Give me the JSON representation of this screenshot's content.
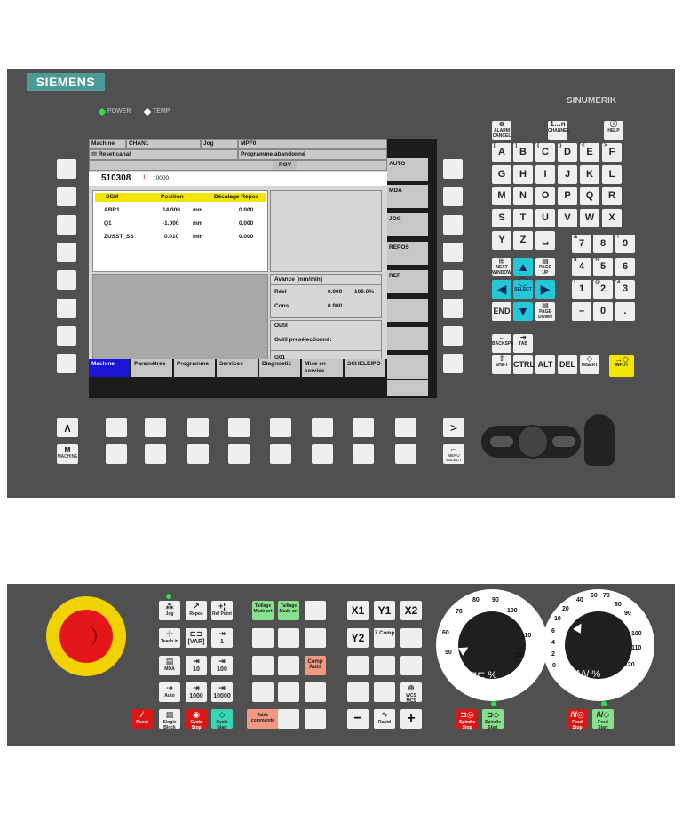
{
  "header": {
    "logo": "SIEMENS",
    "brand": "SINUMERIK",
    "power_label": "POWER",
    "temp_label": "TEMP"
  },
  "screen": {
    "machine_label": "Machine",
    "channel": "CHAN1",
    "mode": "Jog",
    "program": "MPF0",
    "reset": "Reset canal",
    "prog_state": "Programme abandonné",
    "rov": "ROV",
    "counter": "510308",
    "counter_suffix": ": 0000",
    "table": {
      "headers": [
        "SCM",
        "Position",
        "Décalage Repos"
      ],
      "rows": [
        {
          "axis": "ABR1",
          "pos": "14.000",
          "unit": "mm",
          "offset": "0.000"
        },
        {
          "axis": "Q1",
          "pos": "-1.000",
          "unit": "mm",
          "offset": "0.000"
        },
        {
          "axis": "ZUSST_SS",
          "pos": "0.010",
          "unit": "mm",
          "offset": "0.000"
        }
      ]
    },
    "feed": {
      "title": "Avance [mm/min]",
      "reel_label": "Réel",
      "reel_val": "0.000",
      "reel_pct": "100.0%",
      "cons_label": "Cons.",
      "cons_val": "0.000"
    },
    "tool": {
      "title": "Outil",
      "preselect": "Outil présélectionné:",
      "g": "G01"
    },
    "vsoftkeys": [
      "AUTO",
      "MDA",
      "JOG",
      "REPOS",
      "REF",
      "",
      "",
      ""
    ],
    "hsoftkeys": [
      "Machine",
      "Paramètres",
      "Programme",
      "Services",
      "Diagnostic",
      "Mise en service",
      "SCHELEIPO",
      ""
    ]
  },
  "keypad": {
    "top": [
      "ALARM CANCEL",
      "CHANNEL",
      "HELP"
    ],
    "letters": [
      [
        "A",
        "B",
        "C",
        "D",
        "E",
        "F"
      ],
      [
        "G",
        "H",
        "I",
        "J",
        "K",
        "L"
      ],
      [
        "M",
        "N",
        "O",
        "P",
        "Q",
        "R"
      ],
      [
        "S",
        "T",
        "U",
        "V",
        "W",
        "X"
      ]
    ],
    "letter_subs": [
      [
        "[",
        "]",
        "{",
        "}",
        "<",
        ">"
      ],
      [
        "",
        "",
        "",
        "",
        "",
        ""
      ],
      [
        "",
        "",
        "",
        "",
        "",
        ""
      ],
      [
        "",
        "",
        "",
        "",
        "",
        ""
      ]
    ],
    "row5": [
      "Y",
      "Z",
      "␣"
    ],
    "nav": {
      "next_window": "NEXT WINDOW",
      "page_up": "PAGE UP",
      "select": "SELECT",
      "end": "END",
      "page_down": "PAGE DOWN"
    },
    "nums": [
      [
        "7",
        "8",
        "9"
      ],
      [
        "4",
        "5",
        "6"
      ],
      [
        "1",
        "2",
        "3"
      ],
      [
        "–",
        "0",
        "."
      ]
    ],
    "num_subs": [
      [
        "&",
        "",
        "\\"
      ],
      [
        "$",
        "%",
        ""
      ],
      [
        "!",
        "@",
        "#"
      ],
      [
        "",
        "",
        ""
      ]
    ],
    "edit": {
      "backspace": "BACKSPACE",
      "tab": "TAB",
      "shift": "SHIFT",
      "ctrl": "CTRL",
      "alt": "ALT",
      "del": "DEL",
      "insert": "INSERT",
      "input": "INPUT"
    },
    "lower": {
      "machine": "MACHINE",
      "menu_select": "MENU SELECT"
    }
  },
  "control": {
    "left_keys": [
      [
        "Jog",
        "Repos",
        "Ref Point"
      ],
      [
        "Teach in",
        "[VAR]",
        "1"
      ],
      [
        "MDA",
        "10",
        "100"
      ],
      [
        "Auto",
        "1000",
        "10000"
      ]
    ],
    "bottom_keys": [
      "Reset",
      "Single Block",
      "Cycle Stop",
      "Cycle Start"
    ],
    "tailrage1": "Taillage Mode ort",
    "tailrage2": "Taillage Mode ort",
    "comp_auto": "Comp Auto",
    "table_commande": "Table commande",
    "axes": [
      "X1",
      "Y1",
      "X2",
      "Y2"
    ],
    "z_comp": "Z Comp",
    "wcs": "WCS MCS",
    "rapid": "Rapid",
    "minus": "−",
    "plus": "+",
    "spindle": [
      "Spindle Stop",
      "Spindle Start"
    ],
    "feed": [
      "Feed Stop",
      "Feed Start"
    ],
    "spindle_dial": [
      "70",
      "80",
      "90",
      "100",
      "110",
      "120",
      "60",
      "50"
    ],
    "feed_dial": [
      "20",
      "40",
      "60",
      "70",
      "80",
      "90",
      "10",
      "6",
      "4",
      "2",
      "0",
      "100",
      "110",
      "120"
    ],
    "pct": "%"
  }
}
